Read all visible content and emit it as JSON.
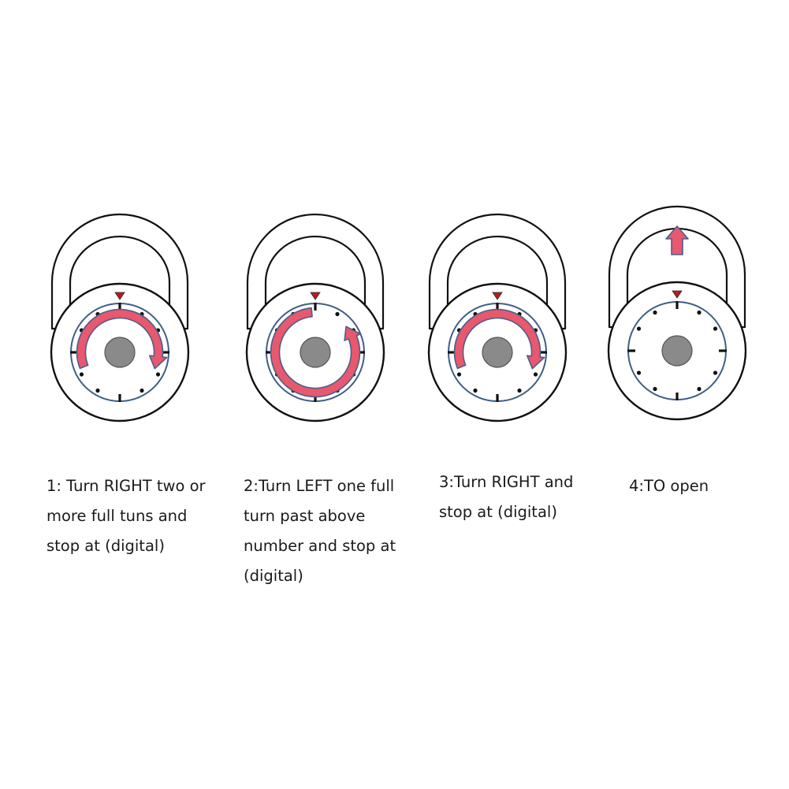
{
  "steps": [
    {
      "step": 1,
      "caption": "1: Turn RIGHT two or\nmore full tuns and\nstop at (digital)",
      "dial_arrow": "turn-right-arrow"
    },
    {
      "step": 2,
      "caption": "2:Turn LEFT one full\nturn past above\nnumber and stop at\n(digital)",
      "dial_arrow": "turn-left-full-arrow"
    },
    {
      "step": 3,
      "caption": "3:Turn RIGHT and\nstop at (digital)",
      "dial_arrow": "turn-right-arrow"
    },
    {
      "step": 4,
      "caption": "4:TO open",
      "dial_arrow": "shackle-up-arrow"
    }
  ],
  "colors": {
    "outline": "#111111",
    "dial_ring": "#3f5f86",
    "arrow_fill": "#e8586e",
    "arrow_stroke": "#4a5f8a",
    "marker": "#b81c1c",
    "hub": "#8a8a8a"
  },
  "icons": [
    "padlock-icon",
    "dial-pointer-icon",
    "rotation-arrow-icon",
    "up-arrow-icon"
  ]
}
